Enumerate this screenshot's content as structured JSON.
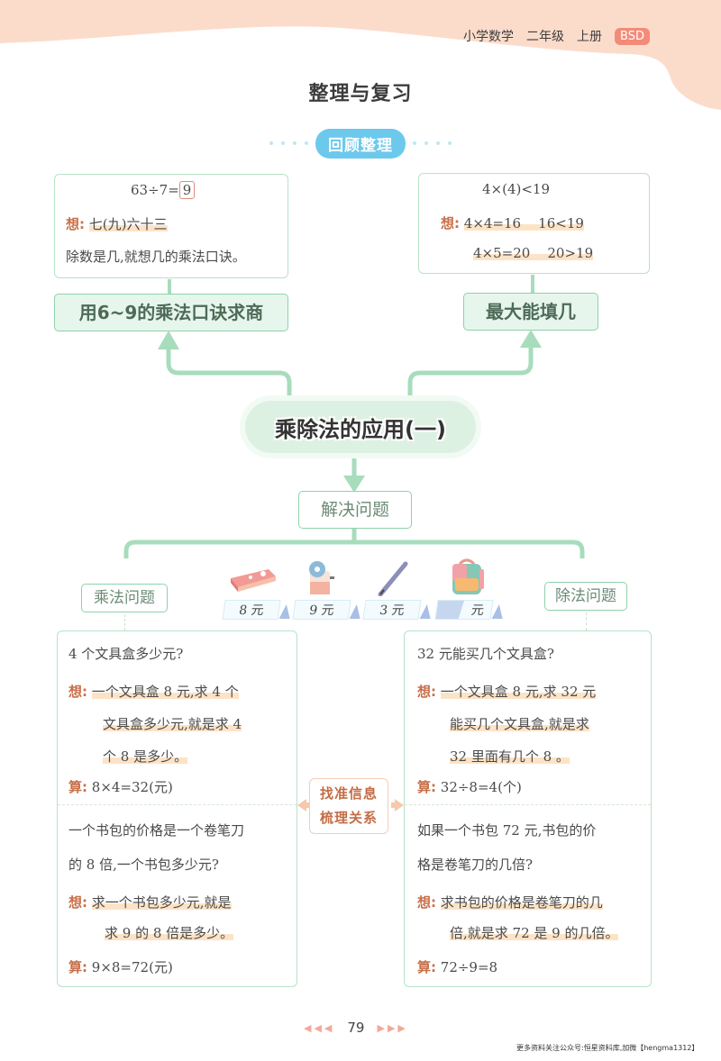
{
  "header": {
    "subject": "小学数学",
    "grade": "二年级",
    "volume": "上册",
    "edition_badge": "BSD",
    "accent_color": "#f9d9c6"
  },
  "page_title": "整理与复习",
  "section_pill": "回顾整理",
  "central_topic": "乘除法的应用(一)",
  "branches": {
    "left": {
      "label": "用6~9的乘法口诀求商",
      "card": {
        "equation_prefix": "63÷7=",
        "equation_answer": "9",
        "think_label": "想:",
        "think_text": "七(九)六十三",
        "note": "除数是几,就想几的乘法口诀。"
      }
    },
    "right": {
      "label": "最大能填几",
      "card": {
        "equation": "4×(4)<19",
        "think_label": "想:",
        "think_lines": [
          "4×4=16    16<19",
          "4×5=20    20>19"
        ]
      }
    },
    "bottom": {
      "label": "解决问题",
      "multiplication_label": "乘法问题",
      "division_label": "除法问题",
      "strategy": [
        "找准信息",
        "梳理关系"
      ]
    }
  },
  "items": [
    {
      "name": "文具盒",
      "price": "8 元",
      "icon": "pencil-case-icon"
    },
    {
      "name": "卷笔刀",
      "price": "9 元",
      "icon": "pencil-sharpener-icon"
    },
    {
      "name": "笔",
      "price": "3 元",
      "icon": "pen-icon"
    },
    {
      "name": "书包",
      "price": "元",
      "icon": "backpack-icon"
    }
  ],
  "multiplication_problems": [
    {
      "question": "4 个文具盒多少元?",
      "think_label": "想:",
      "think_lines": [
        "一个文具盒 8 元,求 4 个",
        "文具盒多少元,就是求 4",
        "个 8 是多少。"
      ],
      "calc_label": "算:",
      "calc": "8×4=32(元)"
    },
    {
      "question_lines": [
        "一个书包的价格是一个卷笔刀",
        "的 8 倍,一个书包多少元?"
      ],
      "think_label": "想:",
      "think_lines": [
        "求一个书包多少元,就是",
        "求 9 的 8 倍是多少。"
      ],
      "calc_label": "算:",
      "calc": "9×8=72(元)"
    }
  ],
  "division_problems": [
    {
      "question": "32 元能买几个文具盒?",
      "think_label": "想:",
      "think_lines": [
        "一个文具盒 8 元,求 32 元",
        "能买几个文具盒,就是求",
        "32 里面有几个 8 。"
      ],
      "calc_label": "算:",
      "calc": "32÷8=4(个)"
    },
    {
      "question_lines": [
        "如果一个书包 72 元,书包的价",
        "格是卷笔刀的几倍?"
      ],
      "think_label": "想:",
      "think_lines": [
        "求书包的价格是卷笔刀的几",
        "倍,就是求 72 是 9 的几倍。"
      ],
      "calc_label": "算:",
      "calc": "72÷9=8"
    }
  ],
  "footer": {
    "page_number": "79",
    "prev_arrows": "◀◀◀",
    "next_arrows": "▶▶▶",
    "note": "更多资料关注公众号:恒星资料库,加微【hengma1312】"
  }
}
